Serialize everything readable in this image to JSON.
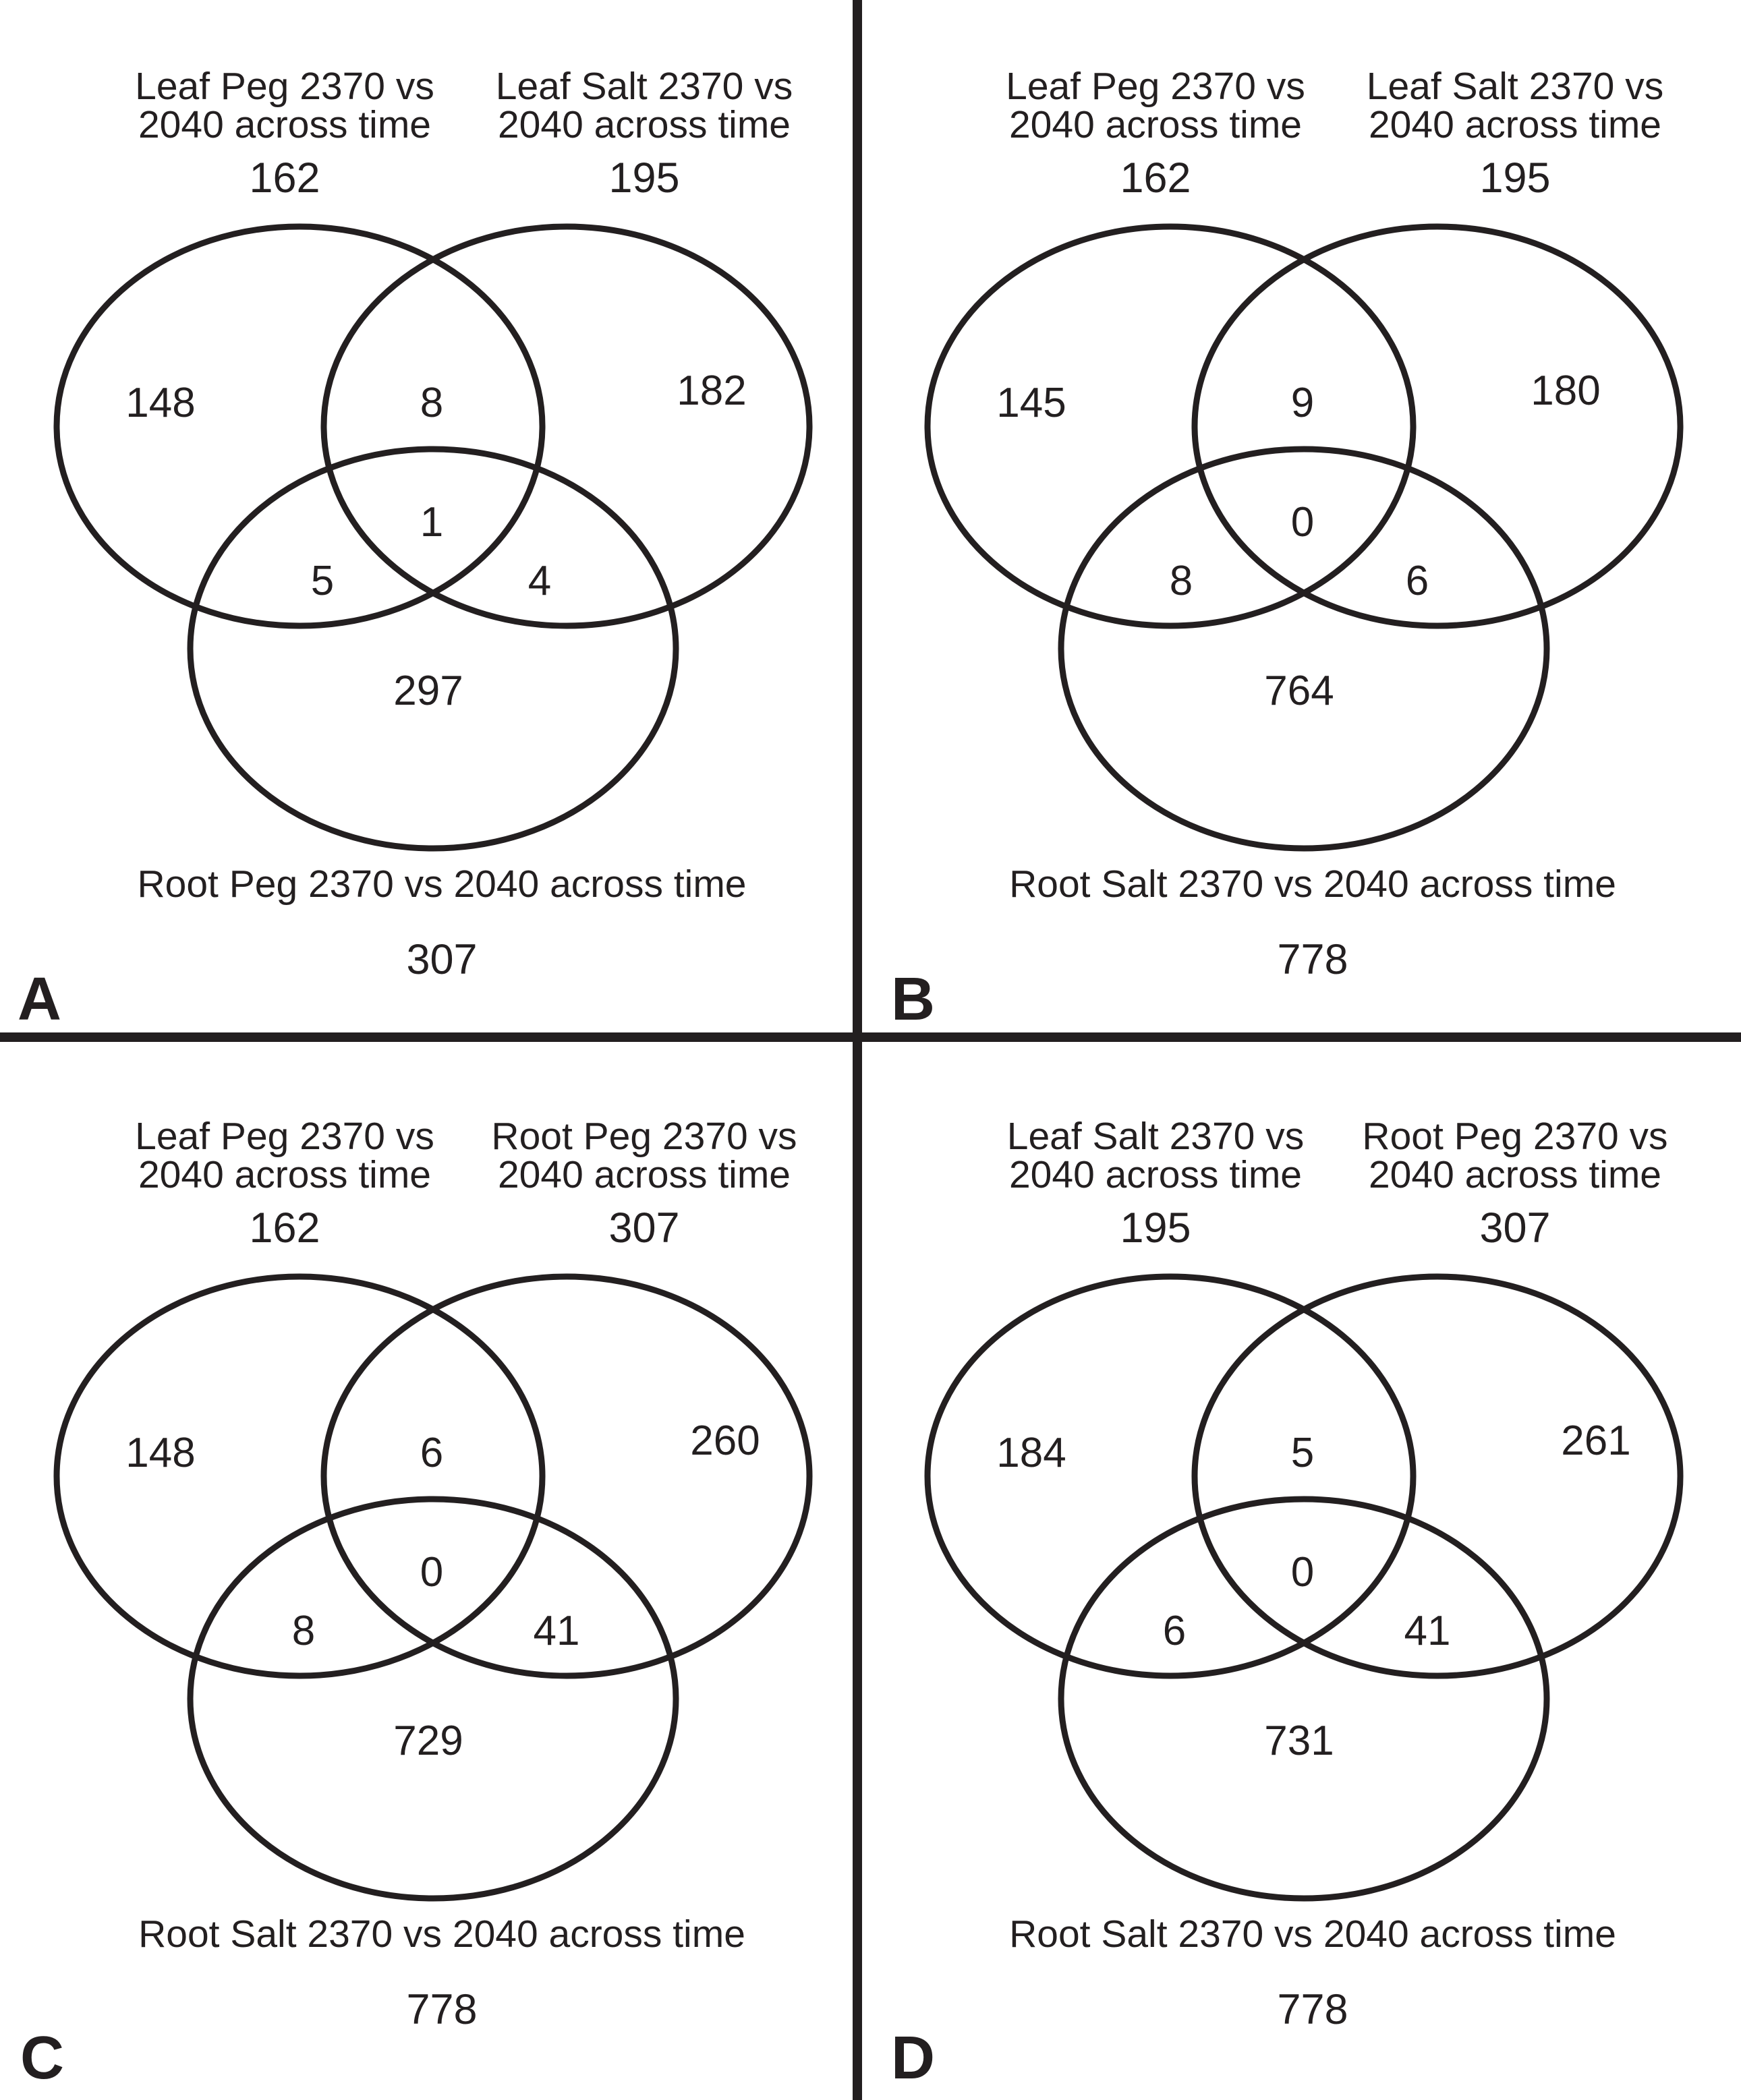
{
  "figure": {
    "description": "Four three-set Venn diagram panels comparing differentially expressed gene sets",
    "stroke_color": "#231f20",
    "background_color": "#ffffff",
    "panels": [
      {
        "letter": "A",
        "set1": {
          "line1": "Leaf Peg 2370 vs",
          "line2": "2040 across time",
          "total": "162"
        },
        "set2": {
          "line1": "Leaf Salt 2370 vs",
          "line2": "2040 across time",
          "total": "195"
        },
        "set3": {
          "label": "Root Peg 2370 vs 2040 across time",
          "total": "307"
        },
        "regions": {
          "set1_only": "148",
          "set1_set2": "8",
          "set2_only": "182",
          "set1_set3": "5",
          "set1_set2_set3": "1",
          "set2_set3": "4",
          "set3_only": "297"
        }
      },
      {
        "letter": "B",
        "set1": {
          "line1": "Leaf Peg 2370 vs",
          "line2": "2040 across time",
          "total": "162"
        },
        "set2": {
          "line1": "Leaf Salt 2370 vs",
          "line2": "2040 across time",
          "total": "195"
        },
        "set3": {
          "label": "Root Salt 2370 vs 2040 across time",
          "total": "778"
        },
        "regions": {
          "set1_only": "145",
          "set1_set2": "9",
          "set2_only": "180",
          "set1_set3": "8",
          "set1_set2_set3": "0",
          "set2_set3": "6",
          "set3_only": "764"
        }
      },
      {
        "letter": "C",
        "set1": {
          "line1": "Leaf Peg 2370 vs",
          "line2": "2040 across time",
          "total": "162"
        },
        "set2": {
          "line1": "Root Peg 2370 vs",
          "line2": "2040 across time",
          "total": "307"
        },
        "set3": {
          "label": "Root Salt 2370 vs 2040 across time",
          "total": "778"
        },
        "regions": {
          "set1_only": "148",
          "set1_set2": "6",
          "set2_only": "260",
          "set1_set3": "8",
          "set1_set2_set3": "0",
          "set2_set3": "41",
          "set3_only": "729"
        }
      },
      {
        "letter": "D",
        "set1": {
          "line1": "Leaf Salt 2370 vs",
          "line2": "2040 across time",
          "total": "195"
        },
        "set2": {
          "line1": "Root Peg 2370 vs",
          "line2": "2040 across time",
          "total": "307"
        },
        "set3": {
          "label": "Root Salt 2370 vs 2040 across time",
          "total": "778"
        },
        "regions": {
          "set1_only": "184",
          "set1_set2": "5",
          "set2_only": "261",
          "set1_set3": "6",
          "set1_set2_set3": "0",
          "set2_set3": "41",
          "set3_only": "731"
        }
      }
    ]
  }
}
